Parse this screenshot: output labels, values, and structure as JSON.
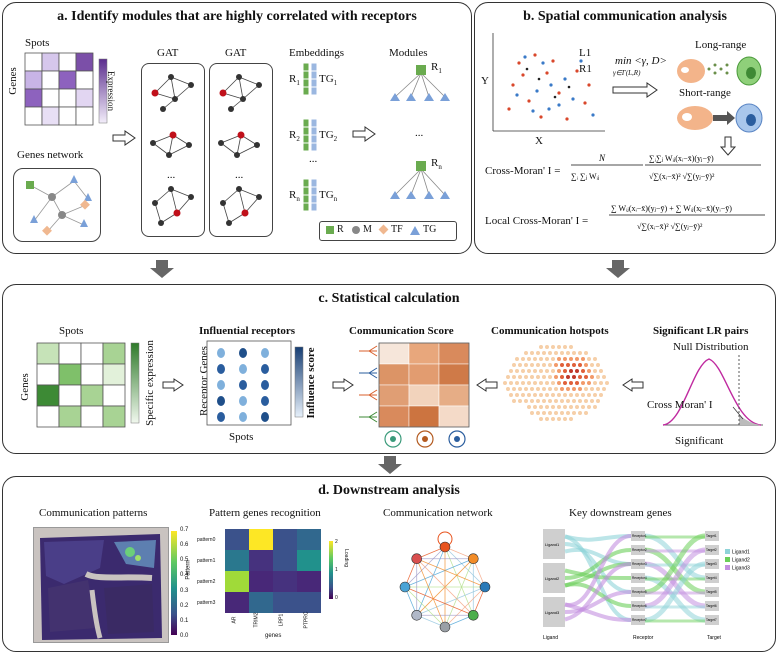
{
  "panel_a": {
    "title": "a. Identify modules that are highly correlated with receptors",
    "spots": "Spots",
    "genes": "Genes",
    "expression": "Expression",
    "genes_network": "Genes network",
    "gat1": "GAT",
    "gat2": "GAT",
    "ellipsis": "...",
    "embeddings": "Embeddings",
    "modules": "Modules",
    "emb_rows": [
      {
        "r": "R",
        "rsub": "1",
        "t": "TG",
        "tsub": "1"
      },
      {
        "r": "R",
        "rsub": "2",
        "t": "TG",
        "tsub": "2"
      },
      {
        "r": "R",
        "rsub": "n",
        "t": "TG",
        "tsub": "n"
      }
    ],
    "mod_r1": "R",
    "mod_r1_sub": "1",
    "mod_rn": "R",
    "mod_rn_sub": "n",
    "legend": {
      "r": "R",
      "m": "M",
      "tf": "TF",
      "tg": "TG"
    }
  },
  "panel_b": {
    "title": "b. Spatial communication analysis",
    "y": "Y",
    "x": "X",
    "l1": "L1",
    "r1": "R1",
    "long_range": "Long-range",
    "short_range": "Short-range",
    "min_expr": "min <γ, D>",
    "min_sub": "γ∈Γ(L,R)",
    "cross_moran": "Cross-Moran' I =",
    "local_cross_moran": "Local Cross-Moran' I ="
  },
  "panel_c": {
    "title": "c. Statistical calculation",
    "spots": "Spots",
    "genes": "Genes",
    "specific_expression": "Specific expression",
    "influential_receptors": "Influential receptors",
    "receptor_genes": "Receptor Genes",
    "influence_score": "Influence score",
    "spots2": "Spots",
    "communication_score": "Communication Score",
    "communication_hotspots": "Communication hotspots",
    "significant_lr": "Significant  LR pairs",
    "null_distribution": "Null Distribution",
    "cross_moran": "Cross Moran' I",
    "significant": "Significant"
  },
  "panel_d": {
    "title": "d. Downstream analysis",
    "patterns": "Communication patterns",
    "colorbar_ticks": [
      "0.7",
      "0.6",
      "0.5",
      "0.4",
      "0.3",
      "0.2",
      "0.1",
      "0.0"
    ],
    "recognition": "Pattern genes recognition",
    "hm_rows": [
      "pattern0",
      "pattern1",
      "pattern2",
      "pattern3"
    ],
    "hm_cols": [
      "AR",
      "TRIM2",
      "LRP1",
      "PTPRC"
    ],
    "hm_ylabel": "Pattern",
    "hm_xlabel": "genes",
    "hm_loading": "Loading",
    "hm_ticks": [
      "2",
      "1",
      "0"
    ],
    "network": "Communication network",
    "key_genes": "Key downstream genes",
    "sankey_ligands": [
      "Ligand1",
      "Ligand2",
      "Ligand3"
    ],
    "sankey_receptors": [
      "Receptor1",
      "Receptor2",
      "Receptor3",
      "Receptor4",
      "Receptor5",
      "Receptor6",
      "Receptor7"
    ],
    "sankey_targets": [
      "Target1",
      "Target2",
      "Target3",
      "Target4",
      "Target5",
      "Target6",
      "Target7"
    ],
    "sankey_axis": [
      "Ligand",
      "Receptor",
      "Target"
    ],
    "legend": [
      "Ligand1",
      "Ligand2",
      "Ligand3"
    ]
  },
  "colors": {
    "purple": "#7b4fa8",
    "green": "#5a9e4a",
    "blue": "#2a5d9e",
    "orange": "#f0b890",
    "red": "#c0392b"
  }
}
